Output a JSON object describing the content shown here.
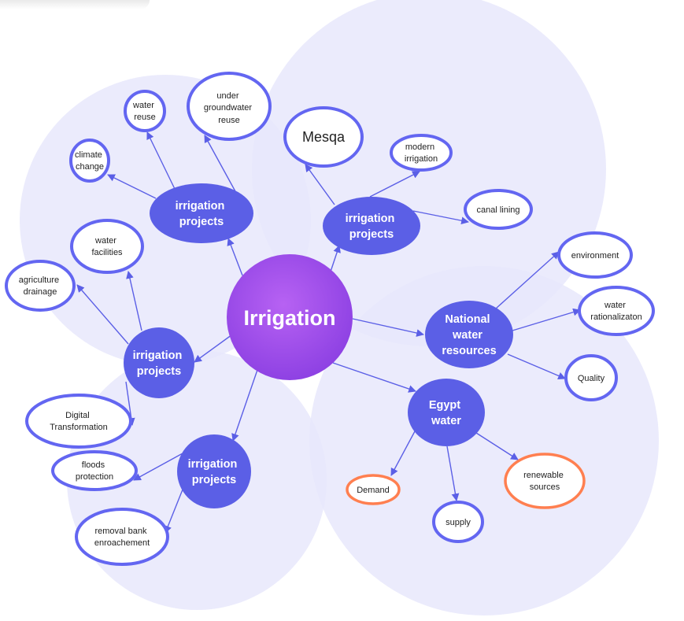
{
  "central": {
    "label": "Irrigation"
  },
  "topics": {
    "top_left": {
      "lines": [
        "irrigation",
        "projects"
      ]
    },
    "top_right": {
      "lines": [
        "irrigation",
        "projects"
      ]
    },
    "mid_left": {
      "lines": [
        "irrigation",
        "projects"
      ]
    },
    "bottom_left": {
      "lines": [
        "irrigation",
        "projects"
      ]
    },
    "national": {
      "lines": [
        "National",
        "water",
        "resources"
      ]
    },
    "egypt": {
      "lines": [
        "Egypt",
        "water"
      ]
    }
  },
  "leaves": {
    "climate_change": {
      "lines": [
        "climate",
        "change"
      ]
    },
    "water_reuse": {
      "lines": [
        "water",
        "reuse"
      ]
    },
    "groundwater": {
      "lines": [
        "under",
        "groundwater",
        "reuse"
      ]
    },
    "mesqa": {
      "lines": [
        "Mesqa"
      ]
    },
    "modern_irrigation": {
      "lines": [
        "modern",
        "irrigation"
      ]
    },
    "canal_lining": {
      "lines": [
        "canal lining"
      ]
    },
    "water_facilities": {
      "lines": [
        "water",
        "facilities"
      ]
    },
    "agriculture_drainage": {
      "lines": [
        "agriculture",
        "drainage"
      ]
    },
    "digital_transformation": {
      "lines": [
        "Digital",
        "Transformation"
      ]
    },
    "floods_protection": {
      "lines": [
        "floods",
        "protection"
      ]
    },
    "removal_bank": {
      "lines": [
        "removal bank",
        "enroachement"
      ]
    },
    "environment": {
      "lines": [
        "environment"
      ]
    },
    "water_rationalization": {
      "lines": [
        "water",
        "rationalizaton"
      ]
    },
    "quality": {
      "lines": [
        "Quality"
      ]
    },
    "demand": {
      "lines": [
        "Demand"
      ]
    },
    "supply": {
      "lines": [
        "supply"
      ]
    },
    "renewable_sources": {
      "lines": [
        "renewable",
        "sources"
      ]
    }
  },
  "colors": {
    "topic": "#5b5fe6",
    "central_start": "#b55df2",
    "central_end": "#8a3fe0",
    "leaf_border": "#6366f1",
    "leaf_orange_border": "#ff7f50",
    "background_circle": "#e8e8fb"
  }
}
